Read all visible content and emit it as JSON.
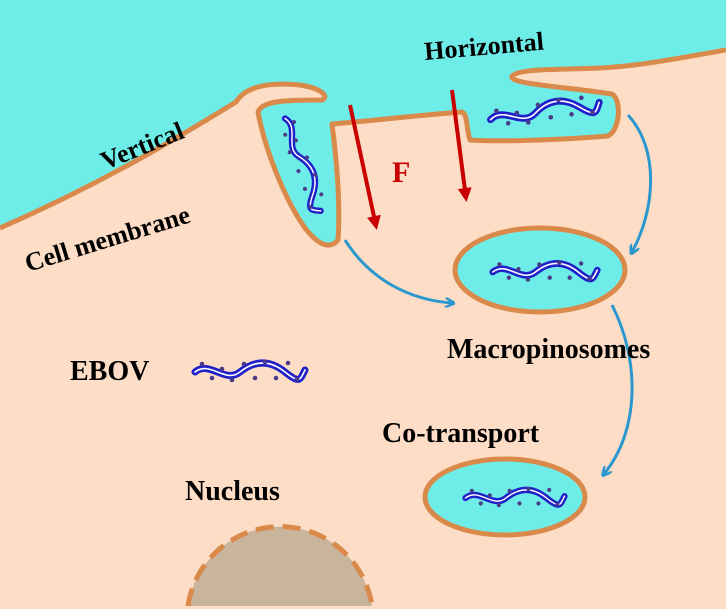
{
  "labels": {
    "horizontal": "Horizontal",
    "vertical": "Vertical",
    "cell_membrane": "Cell membrane",
    "force": "F",
    "ebov": "EBOV",
    "macropinosomes": "Macropinosomes",
    "co_transport": "Co-transport",
    "nucleus": "Nucleus"
  },
  "colors": {
    "extracellular": "#6EEDE8",
    "cytoplasm": "#FDDDC6",
    "membrane": "#D98A4A",
    "traffic_arrow": "#2A98CF",
    "force_arrow": "#C80000",
    "virus": "#2020C8",
    "nucleus": "#C8B59B"
  }
}
